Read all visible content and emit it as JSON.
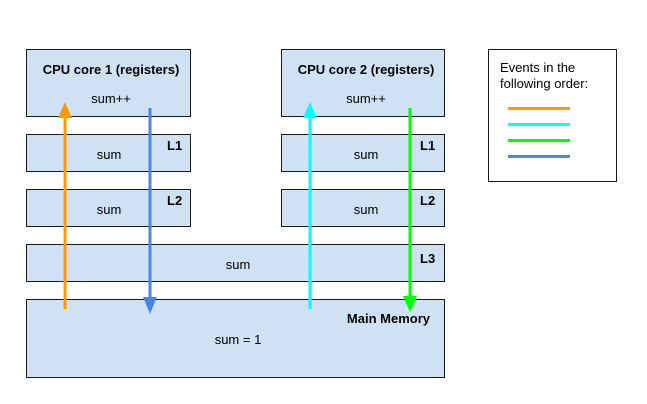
{
  "core1": {
    "title": "CPU core 1 (registers)",
    "value": "sum++"
  },
  "core2": {
    "title": "CPU core 2 (registers)",
    "value": "sum++"
  },
  "core1_l1": {
    "level": "L1",
    "value": "sum"
  },
  "core1_l2": {
    "level": "L2",
    "value": "sum"
  },
  "core2_l1": {
    "level": "L1",
    "value": "sum"
  },
  "core2_l2": {
    "level": "L2",
    "value": "sum"
  },
  "l3": {
    "level": "L3",
    "value": "sum"
  },
  "memory": {
    "title": "Main Memory",
    "value": "sum = 1"
  },
  "legend": {
    "title": "Events in the following order:",
    "colors": [
      "#ff9900",
      "#00ffff",
      "#00ff00",
      "#4a86e8"
    ]
  },
  "arrows": [
    {
      "event": 1,
      "color": "#ff9900",
      "direction": "up",
      "from": "Main Memory",
      "to": "CPU core 1 (registers)"
    },
    {
      "event": 2,
      "color": "#00ffff",
      "direction": "up",
      "from": "Main Memory",
      "to": "CPU core 2 (registers)"
    },
    {
      "event": 3,
      "color": "#00ff00",
      "direction": "down",
      "from": "CPU core 2 (registers)",
      "to": "Main Memory"
    },
    {
      "event": 4,
      "color": "#4a86e8",
      "direction": "down",
      "from": "CPU core 1 (registers)",
      "to": "Main Memory"
    }
  ]
}
